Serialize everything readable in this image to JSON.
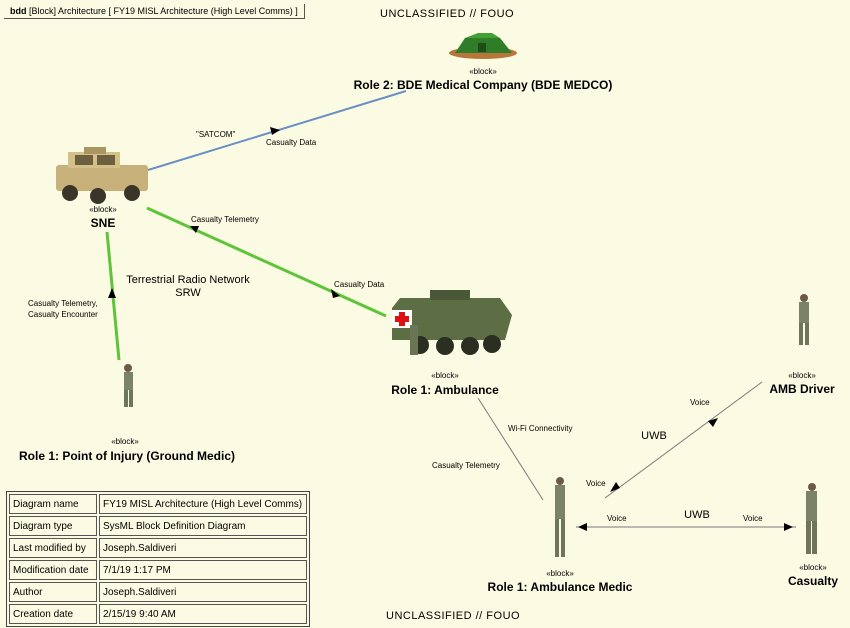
{
  "frame": {
    "kind": "bdd",
    "title": "[Block] Architecture [ FY19 MISL Architecture (High Level Comms) ]"
  },
  "banner_top": "UNCLASSIFIED // FOUO",
  "banner_bottom": "UNCLASSIFIED // FOUO",
  "stereotype": "«block»",
  "blocks": {
    "medco": "Role 2: BDE Medical Company (BDE MEDCO)",
    "sne": "SNE",
    "poi": "Role 1: Point of Injury (Ground Medic)",
    "ambulance": "Role 1: Ambulance",
    "driver": "AMB Driver",
    "medic": "Role 1: Ambulance Medic",
    "casualty": "Casualty"
  },
  "edges": {
    "satcom": "\"SATCOM\"",
    "casualty_data_1": "Casualty Data",
    "casualty_telemetry_1": "Casualty Telemetry",
    "casualty_data_2": "Casualty Data",
    "terrestrial_1": "Terrestrial Radio Network",
    "terrestrial_2": "SRW",
    "poi_flow_1": "Casualty Telemetry,",
    "poi_flow_2": "Casualty Encounter",
    "wifi": "Wi-Fi Connectivity",
    "casualty_telemetry_2": "Casualty Telemetry",
    "voice_driver_1": "Voice",
    "uwb_1": "UWB",
    "voice_driver_2": "Voice",
    "uwb_2": "UWB",
    "voice_cas_1": "Voice",
    "voice_cas_2": "Voice"
  },
  "info_table": [
    {
      "key": "Diagram name",
      "value": "FY19 MISL Architecture (High Level Comms)"
    },
    {
      "key": "Diagram type",
      "value": "SysML Block Definition Diagram"
    },
    {
      "key": "Last modified by",
      "value": "Joseph.Saldiveri"
    },
    {
      "key": "Modification date",
      "value": "7/1/19 1:17 PM"
    },
    {
      "key": "Author",
      "value": "Joseph.Saldiveri"
    },
    {
      "key": "Creation date",
      "value": "2/15/19 9:40 AM"
    }
  ],
  "colors": {
    "satcom_line": "#6a8fc4",
    "radio_line": "#5ec43a",
    "local_line": "#7a7a7a",
    "background": "#fbfbe3"
  },
  "icons": {
    "medco": "tent-icon",
    "sne": "humvee-icon",
    "ambulance": "armored-ambulance-icon",
    "soldiers": "soldier-icon"
  }
}
